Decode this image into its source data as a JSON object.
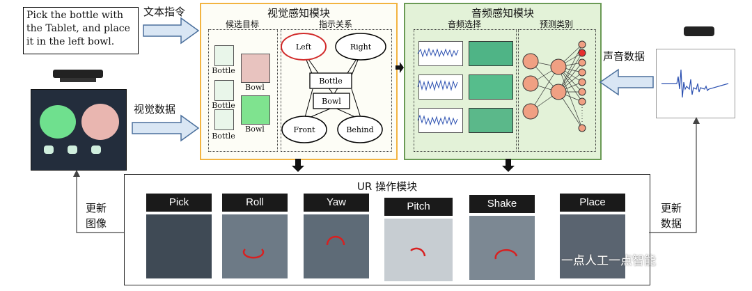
{
  "instruction": {
    "text": "Pick the bottle with the Tablet, and place it in the left bowl."
  },
  "text_cmd_label": "文本指令",
  "visual_data_label": "视觉数据",
  "sound_data_label": "声音数据",
  "update_image_label": [
    "更新",
    "图像"
  ],
  "update_data_label": [
    "更新",
    "数据"
  ],
  "visual_module": {
    "title": "视觉感知模块",
    "candidates_title": "候选目标",
    "relations_title": "指示关系",
    "objects": [
      "Bottle",
      "Bowl",
      "Bottle",
      "Bowl",
      "Bottle"
    ],
    "relations": {
      "left": "Left",
      "right": "Right",
      "bottle": "Bottle",
      "bowl": "Bowl",
      "front": "Front",
      "behind": "Behind"
    }
  },
  "audio_module": {
    "title": "音频感知模块",
    "audio_select_title": "音频选择",
    "predict_title": "预测类别"
  },
  "ur_module": {
    "title": "UR 操作模块",
    "actions": [
      "Pick",
      "Roll",
      "Yaw",
      "Pitch",
      "Shake",
      "Place"
    ]
  },
  "watermark": "一点人工一点智能",
  "colors": {
    "visual_border": "#f2b441",
    "audio_border": "#6a9a55",
    "audio_bg": "#e3f2d8",
    "node": "#f0a083",
    "node_active": "#e53030",
    "arrow_fill": "#d9e6f4",
    "arrow_stroke": "#4a6f9c"
  }
}
